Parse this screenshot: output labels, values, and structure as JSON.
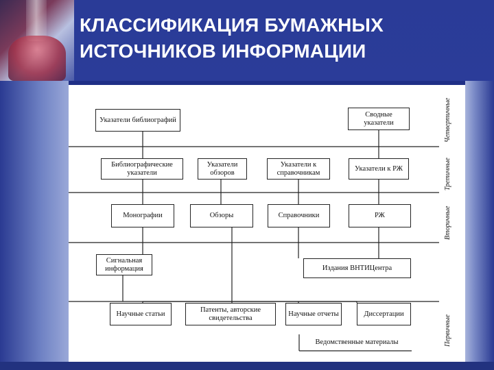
{
  "slide": {
    "title": "КЛАССИФИКАЦИЯ БУМАЖНЫХ ИСТОЧНИКОВ ИНФОРМАЦИИ"
  },
  "diagram": {
    "levels": {
      "quaternary": "Четвертичные",
      "tertiary": "Третичные",
      "secondary": "Вторичные",
      "primary": "Первичные"
    },
    "row4": {
      "bibliography_indexes": "Указатели библиографий",
      "consolidated_indexes": "Сводные указатели"
    },
    "row3": {
      "bibliographic_indexes": "Библиографические указатели",
      "review_indexes": "Указатели обзоров",
      "reference_indexes": "Указатели к справочникам",
      "rzh_indexes": "Указатели к РЖ"
    },
    "row2": {
      "monographs": "Монографии",
      "reviews": "Обзоры",
      "reference_books": "Справочники",
      "rzh": "РЖ"
    },
    "signal_info": "Сигнальная информация",
    "vnitc_editions": "Издания ВНТИЦентра",
    "row1": {
      "articles": "Научные статьи",
      "patents": "Патенты, авторские свидетельства",
      "reports": "Научные отчеты",
      "dissertations": "Диссертации"
    },
    "departmental": "Ведомственные материалы"
  }
}
